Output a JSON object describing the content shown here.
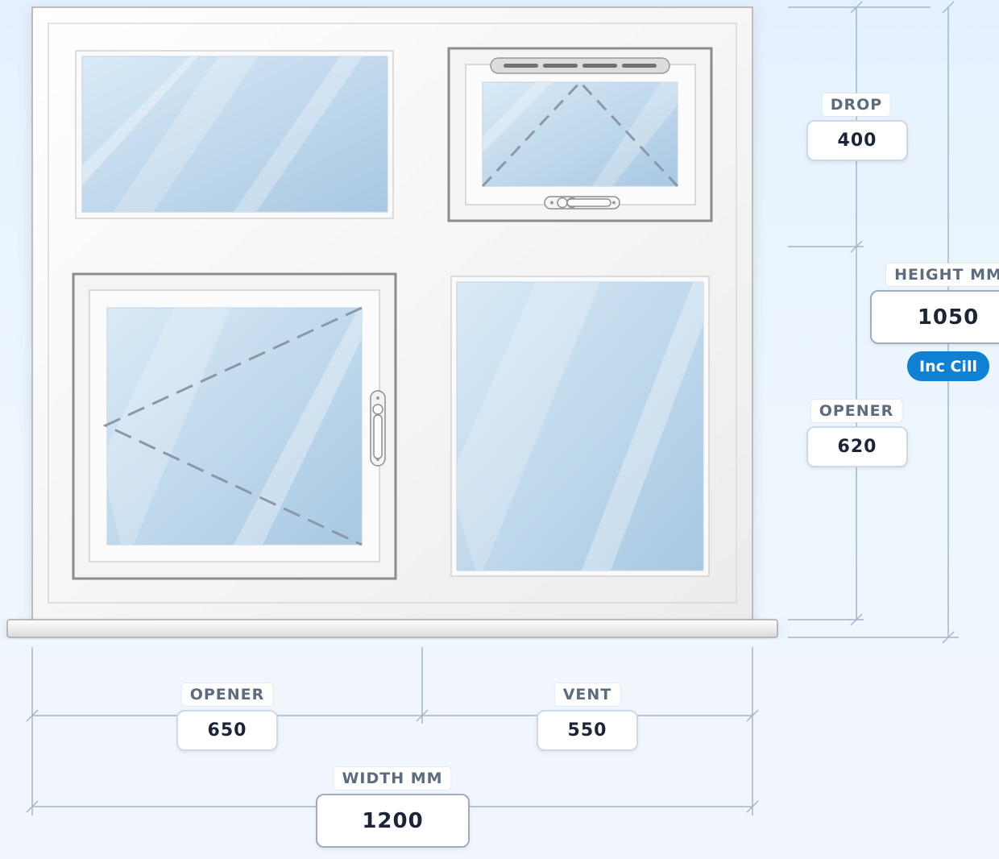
{
  "height_dims": {
    "drop": {
      "label": "DROP",
      "value": "400"
    },
    "opener": {
      "label": "OPENER",
      "value": "620"
    },
    "total": {
      "label": "HEIGHT MM",
      "value": "1050",
      "note": "Inc Cill"
    }
  },
  "width_dims": {
    "opener": {
      "label": "OPENER",
      "value": "650"
    },
    "vent": {
      "label": "VENT",
      "value": "550"
    },
    "total": {
      "label": "WIDTH MM",
      "value": "1200"
    }
  },
  "colors": {
    "accent": "#0f80d2",
    "dimension_line": "#9fb3c8",
    "frame": "#f8f8f8",
    "glass": "#b4d2eb"
  },
  "icons": [
    "window-frame-icon",
    "top-hung-vent-icon",
    "side-hung-opener-icon",
    "cill-icon",
    "handle-icon",
    "trickle-vent-icon"
  ]
}
